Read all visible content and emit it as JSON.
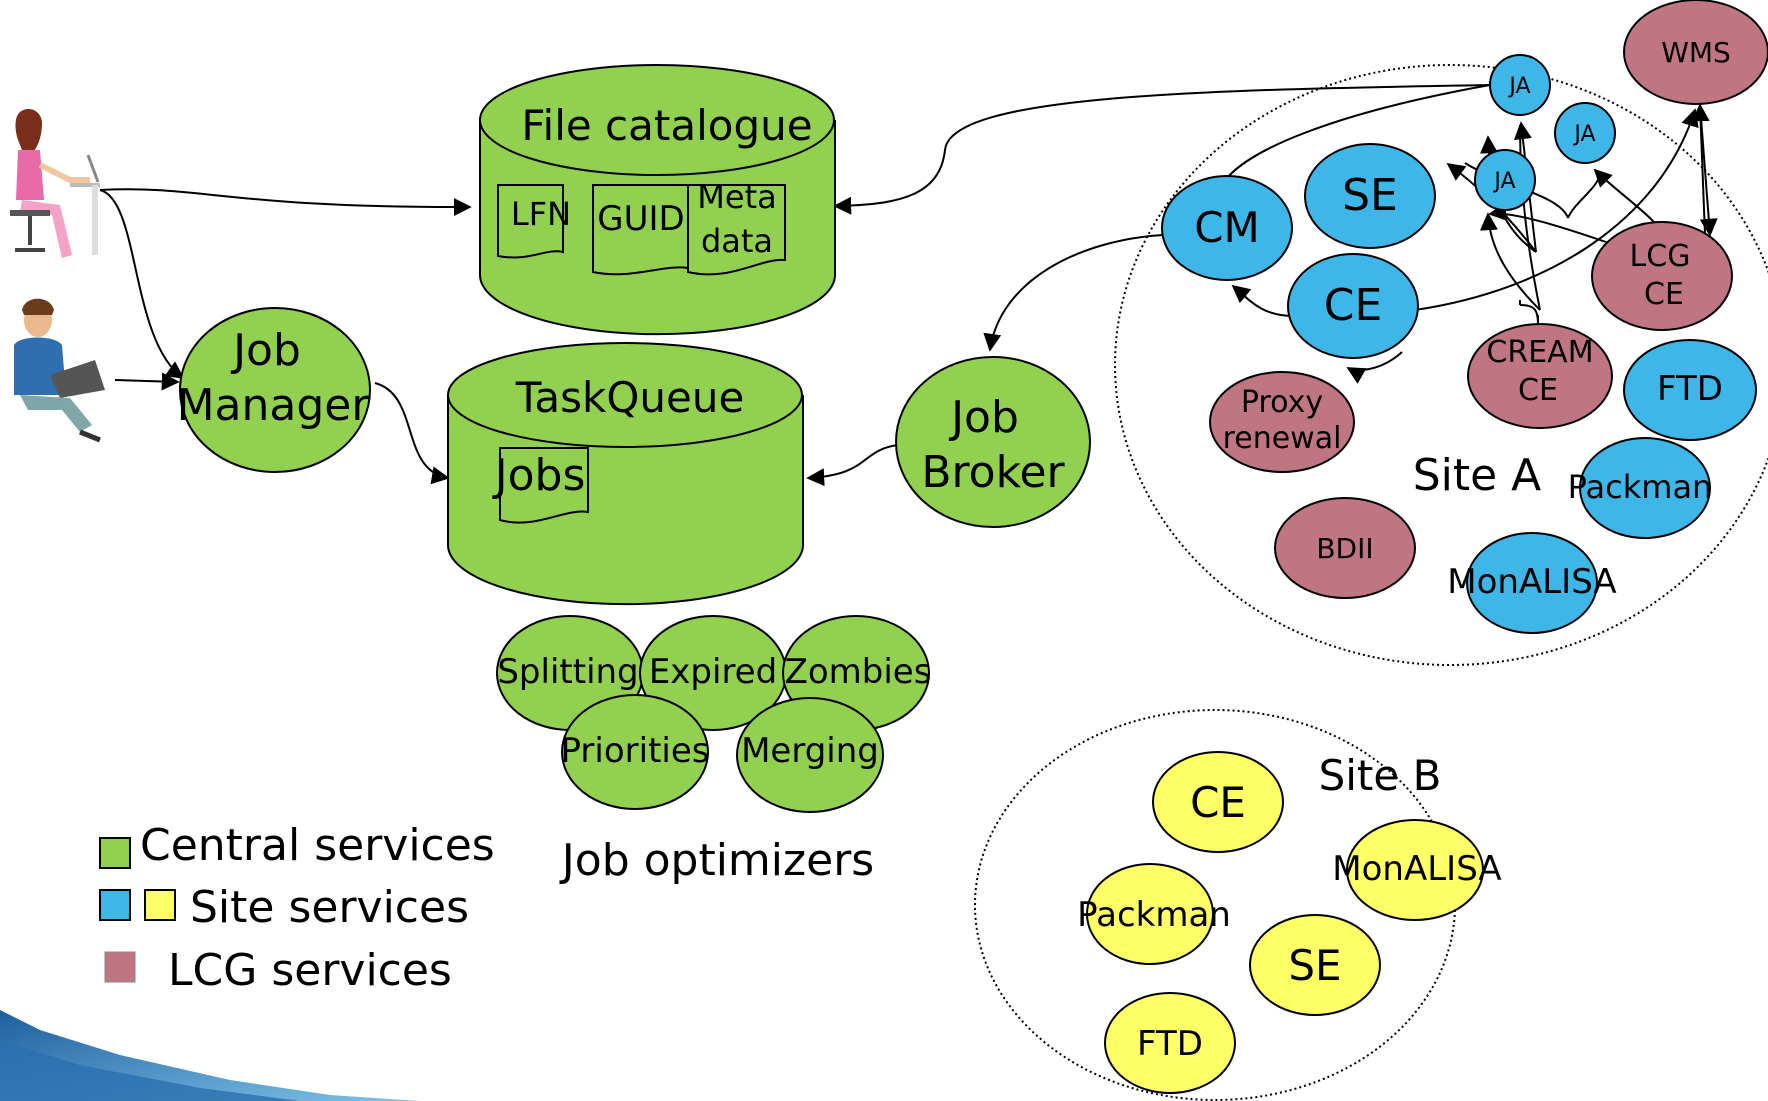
{
  "colors": {
    "central": "#92D050",
    "site_blue": "#3FB6E8",
    "site_yellow": "#FFFF66",
    "lcg": "#C07682",
    "stroke": "#000000"
  },
  "central": {
    "file_catalogue": "File catalogue",
    "lfn": "LFN",
    "guid": "GUID",
    "metadata_line1": "Meta",
    "metadata_line2": "data",
    "taskqueue": "TaskQueue",
    "jobs": "Jobs",
    "job_manager_line1": "Job",
    "job_manager_line2": "Manager",
    "job_broker_line1": "Job",
    "job_broker_line2": "Broker",
    "optimizers": {
      "splitting": "Splitting",
      "expired": "Expired",
      "zombies": "Zombies",
      "priorities": "Priorities",
      "merging": "Merging"
    },
    "optimizers_label": "Job optimizers"
  },
  "site_a": {
    "label": "Site A",
    "wms": "WMS",
    "ja": "JA",
    "cm": "CM",
    "se": "SE",
    "ce": "CE",
    "lcg_ce_line1": "LCG",
    "lcg_ce_line2": "CE",
    "cream_line1": "CREAM",
    "cream_line2": "CE",
    "ftd": "FTD",
    "proxy_line1": "Proxy",
    "proxy_line2": "renewal",
    "packman": "Packman",
    "bdii": "BDII",
    "monalisa": "MonALISA"
  },
  "site_b": {
    "label": "Site B",
    "ce": "CE",
    "monalisa": "MonALISA",
    "packman": "Packman",
    "se": "SE",
    "ftd": "FTD"
  },
  "legend": {
    "central": "Central services",
    "site": "Site services",
    "lcg": "LCG services"
  },
  "icons": [
    "female-user-icon",
    "male-user-icon",
    "slide-corner-decoration"
  ]
}
